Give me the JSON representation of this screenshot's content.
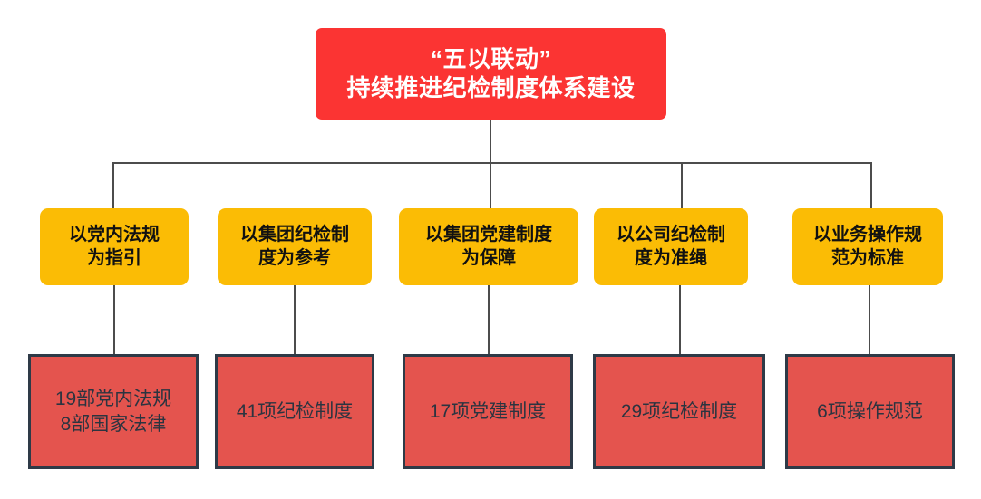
{
  "diagram": {
    "type": "organizational-tree",
    "colors": {
      "root_fill": "#FB3433",
      "root_text": "#FFFFFF",
      "category_fill": "#FBBC05",
      "category_text": "#111111",
      "leaf_fill": "#E4544E",
      "leaf_border": "#2E3A47",
      "leaf_text": "#2B3440",
      "connector": "#4C4C4C",
      "background": "#FFFFFF"
    },
    "root": {
      "line1": "“五以联动”",
      "line2": "持续推进纪检制度体系建设"
    },
    "branches": [
      {
        "category": {
          "line1": "以党内法规",
          "line2": "为指引"
        },
        "leaf": {
          "line1": "19部党内法规",
          "line2": "8部国家法律"
        }
      },
      {
        "category": {
          "line1": "以集团纪检制",
          "line2": "度为参考"
        },
        "leaf": {
          "line1": "41项纪检制度",
          "line2": ""
        }
      },
      {
        "category": {
          "line1": "以集团党建制度",
          "line2": "为保障"
        },
        "leaf": {
          "line1": "17项党建制度",
          "line2": ""
        }
      },
      {
        "category": {
          "line1": "以公司纪检制",
          "line2": "度为准绳"
        },
        "leaf": {
          "line1": "29项纪检制度",
          "line2": ""
        }
      },
      {
        "category": {
          "line1": "以业务操作规",
          "line2": "范为标准"
        },
        "leaf": {
          "line1": "6项操作规范",
          "line2": ""
        }
      }
    ]
  }
}
